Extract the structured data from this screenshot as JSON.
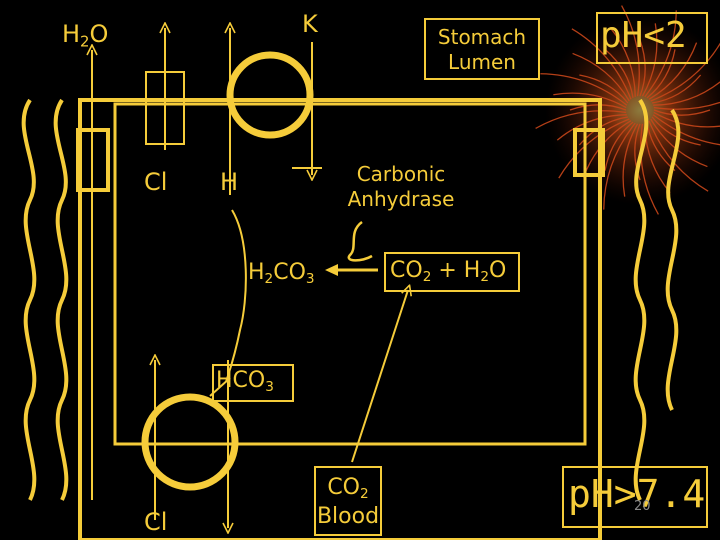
{
  "colors": {
    "background": "#000000",
    "line": "#f5cc3a",
    "label": "#f5cc3a",
    "burst": "#b43a12"
  },
  "labels": {
    "water_top": {
      "main": "H",
      "sub": "2",
      "tail": "O"
    },
    "potassium": "K",
    "stomach_lumen": [
      "Stomach",
      "Lumen"
    ],
    "ph_lumen": "pH<2",
    "chloride_top": "Cl",
    "hydrogen": "H",
    "carbonic_anhydrase": [
      "Carbonic",
      "Anhydrase"
    ],
    "carbonic_acid": {
      "a": "H",
      "a_sub": "2",
      "b": "CO",
      "b_sub": "3"
    },
    "co2_water": {
      "a": "CO",
      "a_sub": "2",
      "plus": " + ",
      "b": "H",
      "b_sub": "2",
      "c": "O"
    },
    "bicarbonate": {
      "a": "HCO",
      "a_sub": "3"
    },
    "chloride_bottom": "Cl",
    "co2_blood": {
      "a": "CO",
      "a_sub": "2",
      "line2": "Blood"
    },
    "ph_blood": "pH>7.4",
    "page_number": "20"
  },
  "icons": {
    "lumen_burst": "starburst-icon",
    "enzyme_arrow": "squiggle-arrow-icon"
  }
}
